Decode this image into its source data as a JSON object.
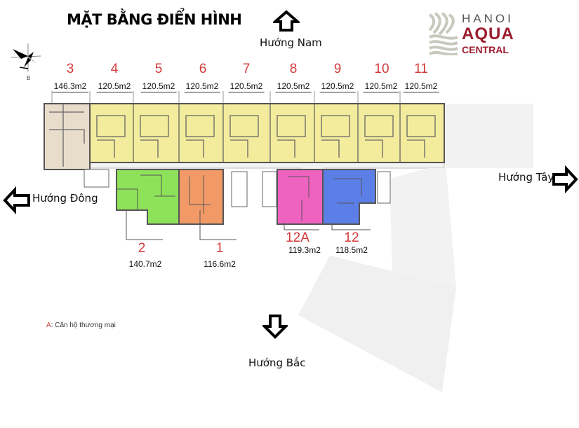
{
  "title": "MẶT BẰNG ĐIỂN HÌNH",
  "directions": {
    "north": "Hướng Nam",
    "east": "Hướng Đông",
    "west": "Hướng Tây",
    "south": "Hướng Bắc"
  },
  "compass_label": "B",
  "logo": {
    "line1": "HANOI",
    "line2": "AQUA",
    "line3": "CENTRAL"
  },
  "top_units": [
    {
      "number": "3",
      "area": "146.3m2",
      "color": "#e8dccb"
    },
    {
      "number": "4",
      "area": "120.5m2",
      "color": "#f3ec9d"
    },
    {
      "number": "5",
      "area": "120.5m2",
      "color": "#f3ec9d"
    },
    {
      "number": "6",
      "area": "120.5m2",
      "color": "#f3ec9d"
    },
    {
      "number": "7",
      "area": "120.5m2",
      "color": "#f3ec9d"
    },
    {
      "number": "8",
      "area": "120.5m2",
      "color": "#f3ec9d"
    },
    {
      "number": "9",
      "area": "120.5m2",
      "color": "#f3ec9d"
    },
    {
      "number": "10",
      "area": "120.5m2",
      "color": "#f3ec9d"
    },
    {
      "number": "11",
      "area": "120.5m2",
      "color": "#f3ec9d"
    }
  ],
  "bottom_units": [
    {
      "number": "2",
      "area": "140.7m2",
      "color": "#8de25a"
    },
    {
      "number": "1",
      "area": "116.6m2",
      "color": "#f29a67"
    },
    {
      "number": "12A",
      "area": "119.3m2",
      "color": "#ee62c0"
    },
    {
      "number": "12",
      "area": "118.5m2",
      "color": "#5b7fe6"
    }
  ],
  "legend": {
    "key": "A",
    "text": ": Căn hộ thương mại"
  }
}
